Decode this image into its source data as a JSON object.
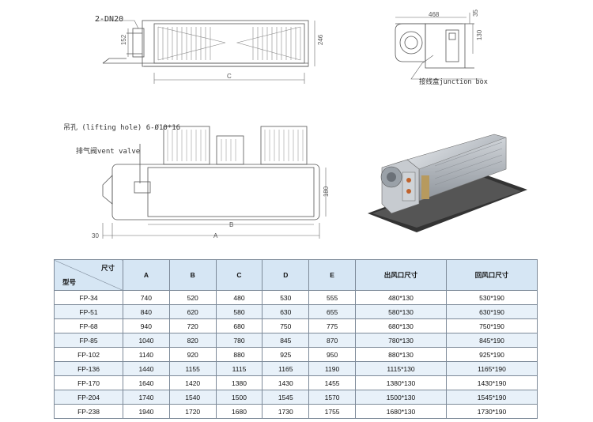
{
  "drawings": {
    "top_view": {
      "pipe_label": "2-DN20",
      "dim_152": "152",
      "dim_246": "246",
      "dim_c": "C"
    },
    "side_view": {
      "dim_468": "468",
      "dim_35": "35",
      "dim_130": "130",
      "junction_box": "接线盒junction box"
    },
    "front_view": {
      "lifting_hole": "吊孔 (lifting hole) 6-Ø10*16",
      "vent_valve": "排气阀vent valve",
      "dim_180": "180",
      "dim_b": "B",
      "dim_30": "30",
      "dim_a": "A"
    }
  },
  "table": {
    "corner_top": "尺寸",
    "corner_bottom": "型号",
    "headers": [
      "A",
      "B",
      "C",
      "D",
      "E",
      "出风口尺寸",
      "回风口尺寸"
    ],
    "rows": [
      [
        "FP-34",
        "740",
        "520",
        "480",
        "530",
        "555",
        "480*130",
        "530*190"
      ],
      [
        "FP-51",
        "840",
        "620",
        "580",
        "630",
        "655",
        "580*130",
        "630*190"
      ],
      [
        "FP-68",
        "940",
        "720",
        "680",
        "750",
        "775",
        "680*130",
        "750*190"
      ],
      [
        "FP-85",
        "1040",
        "820",
        "780",
        "845",
        "870",
        "780*130",
        "845*190"
      ],
      [
        "FP-102",
        "1140",
        "920",
        "880",
        "925",
        "950",
        "880*130",
        "925*190"
      ],
      [
        "FP-136",
        "1440",
        "1155",
        "1115",
        "1165",
        "1190",
        "1115*130",
        "1165*190"
      ],
      [
        "FP-170",
        "1640",
        "1420",
        "1380",
        "1430",
        "1455",
        "1380*130",
        "1430*190"
      ],
      [
        "FP-204",
        "1740",
        "1540",
        "1500",
        "1545",
        "1570",
        "1500*130",
        "1545*190"
      ],
      [
        "FP-238",
        "1940",
        "1720",
        "1680",
        "1730",
        "1755",
        "1680*130",
        "1730*190"
      ]
    ]
  }
}
